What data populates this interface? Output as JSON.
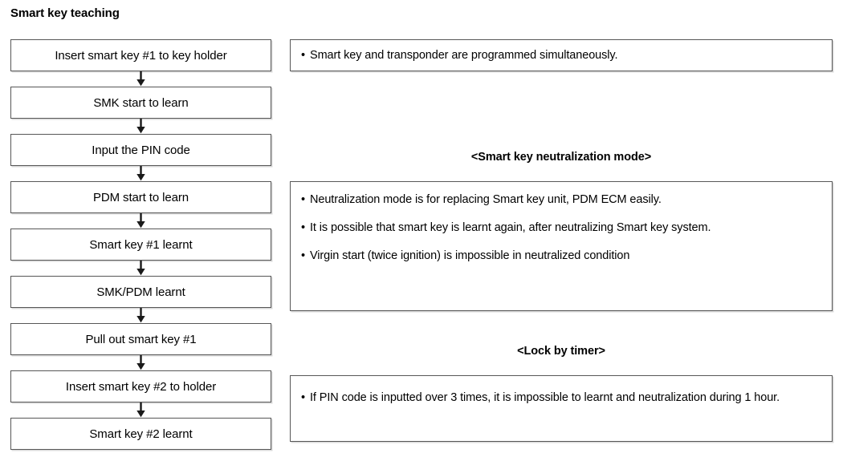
{
  "page": {
    "title": "Smart key teaching"
  },
  "flow": {
    "steps": [
      {
        "label": "Insert smart key #1 to key holder"
      },
      {
        "label": "SMK start to learn"
      },
      {
        "label": "Input the PIN code"
      },
      {
        "label": "PDM start to learn"
      },
      {
        "label": "Smart key #1 learnt"
      },
      {
        "label": "SMK/PDM learnt"
      },
      {
        "label": "Pull out smart key #1"
      },
      {
        "label": "Insert smart key #2 to holder"
      },
      {
        "label": "Smart key #2 learnt"
      }
    ],
    "connector_icon": "arrow-down-icon"
  },
  "notes": {
    "top": {
      "bullet_char": "•",
      "items": [
        "Smart key and transponder are programmed simultaneously."
      ]
    },
    "neutralization": {
      "heading": "<Smart key neutralization mode>",
      "bullet_char": "•",
      "items": [
        "Neutralization mode is for replacing Smart key unit, PDM ECM easily.",
        "It is possible that smart key is learnt again, after neutralizing Smart key system.",
        "Virgin start (twice ignition) is impossible in neutralized condition"
      ]
    },
    "lock_by_timer": {
      "heading": "<Lock by timer>",
      "bullet_char": "•",
      "items": [
        "If PIN code is inputted over 3 times, it is impossible to learnt and neutralization during 1 hour."
      ]
    }
  },
  "colors": {
    "border": "#575757",
    "shadow": "#d9d9d9",
    "text": "#000000",
    "background": "#ffffff"
  }
}
